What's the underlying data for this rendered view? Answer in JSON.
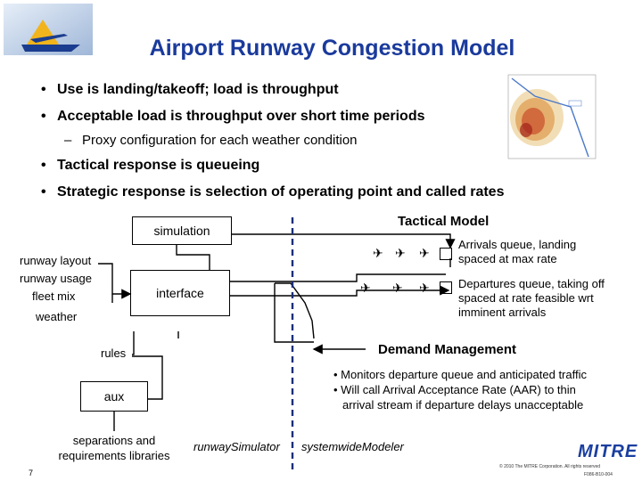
{
  "title": "Airport Runway Congestion Model",
  "bullets": [
    "Use is landing/takeoff; load is throughput",
    "Acceptable load is throughput over short time periods",
    "Tactical response is queueing",
    "Strategic response is selection of operating point and called rates"
  ],
  "sub_bullet": "Proxy configuration for each weather condition",
  "bullet_glyph": "•",
  "dash_glyph": "–",
  "diagram": {
    "simulation": "simulation",
    "interface": "interface",
    "aux": "aux",
    "inputs": [
      "runway layout",
      "runway usage",
      "fleet mix",
      "weather"
    ],
    "rules": "rules",
    "libraries": "separations and requirements libraries",
    "tactical_model": "Tactical Model",
    "arrivals": "Arrivals queue, landing spaced at max rate",
    "departures": "Departures queue, taking off spaced at rate feasible wrt imminent arrivals",
    "demand_management": "Demand Management",
    "dm_notes": [
      "• Monitors departure queue and anticipated traffic",
      "• Will call Arrival Acceptance Rate (AAR) to thin",
      "arrival stream if departure delays unacceptable"
    ],
    "footer_runway": "runwaySimulator",
    "footer_system": "systemwideModeler",
    "plane_glyph": "✈"
  },
  "footer": {
    "logo": "MITRE",
    "copyright": "© 2010 The MITRE Corporation. All rights reserved",
    "doc_id": "F086-B10-004",
    "page": "7"
  },
  "colors": {
    "title": "#1a3a9c",
    "mitre": "#1b3fa0",
    "plot_blue": "#4a78c8"
  }
}
